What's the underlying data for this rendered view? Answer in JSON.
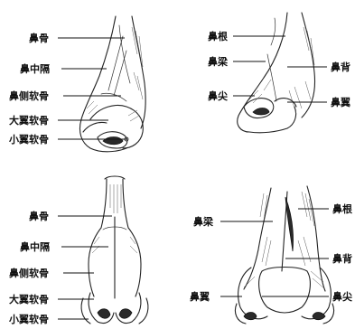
{
  "panels": [
    {
      "id": "top-left",
      "labels": [
        "鼻骨",
        "鼻中隔",
        "鼻侧软骨",
        "大翼软骨",
        "小翼软骨"
      ]
    },
    {
      "id": "top-right",
      "labels": [
        "鼻根",
        "鼻梁",
        "鼻背",
        "鼻尖",
        "鼻翼"
      ]
    },
    {
      "id": "bottom-left",
      "labels": [
        "鼻骨",
        "鼻中隔",
        "鼻侧软骨",
        "大翼软骨",
        "小翼软骨"
      ]
    },
    {
      "id": "bottom-right",
      "labels": [
        "鼻梁",
        "鼻根",
        "鼻背",
        "鼻翼",
        "鼻尖"
      ]
    }
  ]
}
